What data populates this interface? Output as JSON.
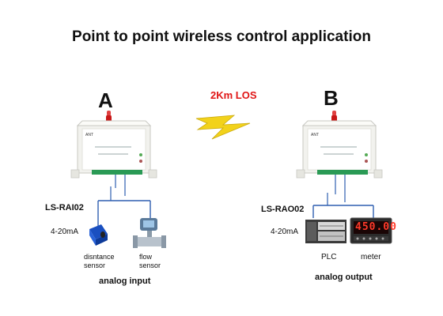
{
  "title": "Point to point wireless control application",
  "link_label": "2Km LOS",
  "node_a": {
    "letter": "A",
    "device_ant": "ANT",
    "model": "LS-RAI02",
    "signal": "4-20mA",
    "sensor1_label": "disntance sensor",
    "sensor2_label": "flow sensor",
    "caption": "analog input"
  },
  "node_b": {
    "letter": "B",
    "device_ant": "ANT",
    "model": "LS-RAO02",
    "signal": "4-20mA",
    "out1_label": "PLC",
    "out2_label": "meter",
    "meter_display": "450.00",
    "caption": "analog output"
  },
  "colors": {
    "wire": "#2f5fb0",
    "link_text": "#e01515",
    "bolt": "#f2d21b",
    "antenna": "#c81818",
    "device_body": "#f2f2ee",
    "terminal": "#2a9a55"
  },
  "icons": [
    "antenna-icon",
    "lightning-bolt-icon",
    "distance-sensor-icon",
    "flow-sensor-icon",
    "plc-icon",
    "meter-icon"
  ]
}
